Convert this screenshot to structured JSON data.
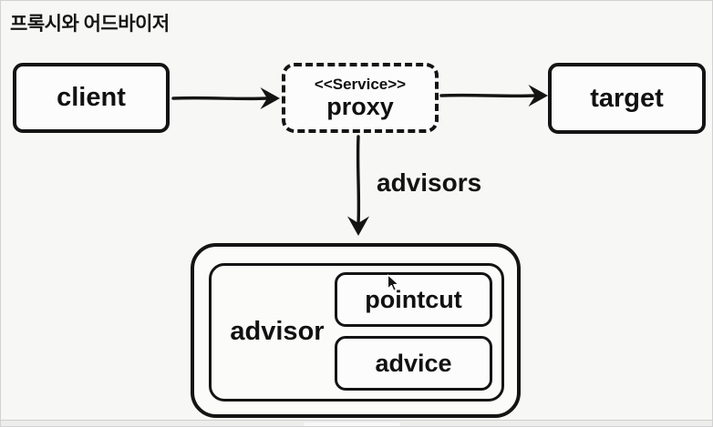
{
  "slide": {
    "title": "프록시와 어드바이저"
  },
  "nodes": {
    "client": {
      "label": "client"
    },
    "proxy": {
      "stereotype": "<<Service>>",
      "label": "proxy"
    },
    "target": {
      "label": "target"
    },
    "advisor": {
      "label": "advisor"
    },
    "pointcut": {
      "label": "pointcut"
    },
    "advice": {
      "label": "advice"
    }
  },
  "edges": {
    "client_to_proxy": {
      "label": ""
    },
    "proxy_to_target": {
      "label": ""
    },
    "proxy_to_advisor": {
      "label": "advisors"
    }
  },
  "colors": {
    "background": "#f7f7f5",
    "ink": "#141414",
    "box_fill": "#fcfcfc",
    "frame_border": "#d2d2d2",
    "footer_bar": "#ededec",
    "footer_handle": "#f8f8f8"
  }
}
